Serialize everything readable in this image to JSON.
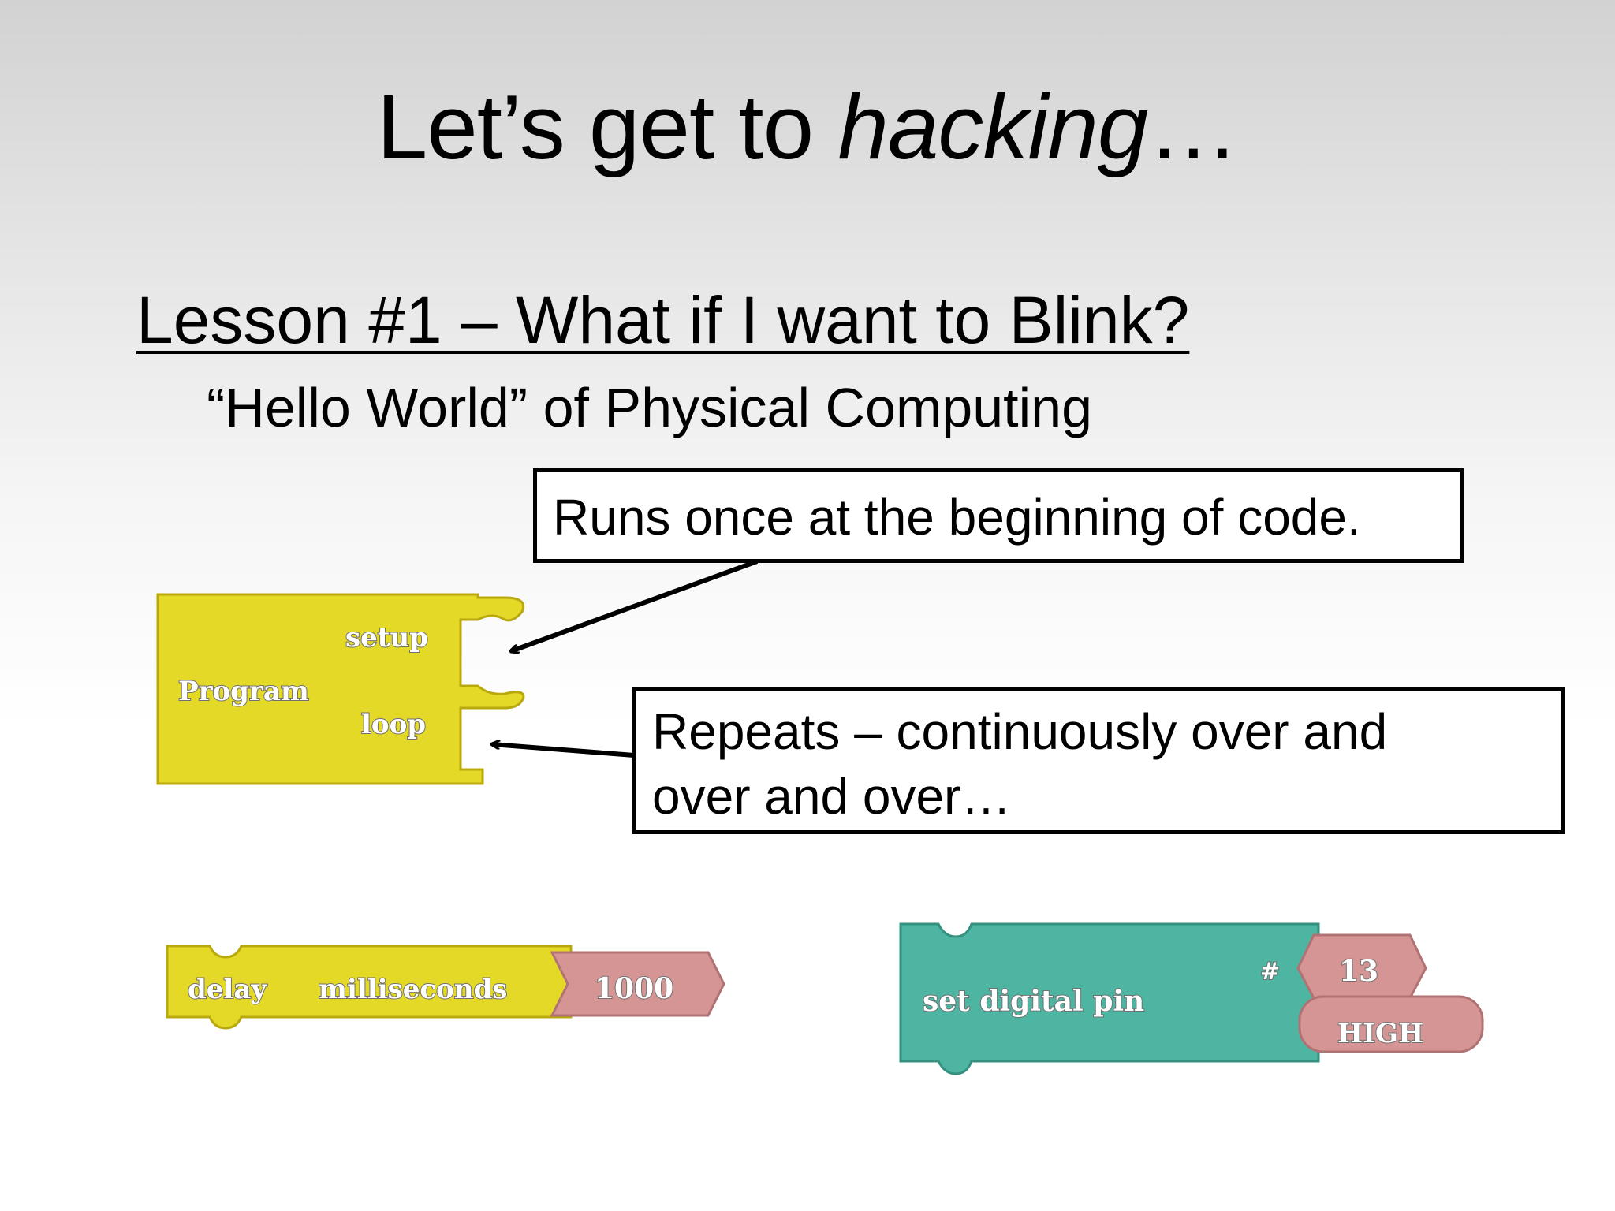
{
  "slide": {
    "title_plain": "Let’s get to ",
    "title_italic": "hacking",
    "title_tail": "…",
    "lesson": "Lesson #1 – What if I want to Blink?",
    "subtitle": "“Hello World” of Physical Computing"
  },
  "callouts": {
    "setup": "Runs once at the beginning of code.",
    "loop_line1": "Repeats – continuously over and",
    "loop_line2": "over and over…"
  },
  "blocks": {
    "program": {
      "name": "Program",
      "setup": "setup",
      "loop": "loop",
      "color": "#e4d926"
    },
    "delay": {
      "label": "delay",
      "param": "milliseconds",
      "value": "1000",
      "color": "#e4d926",
      "value_color": "#d69595"
    },
    "digital": {
      "label": "set digital pin",
      "hash": "#",
      "pin": "13",
      "state": "HIGH",
      "color": "#4db5a2",
      "value_color": "#d69595"
    }
  }
}
